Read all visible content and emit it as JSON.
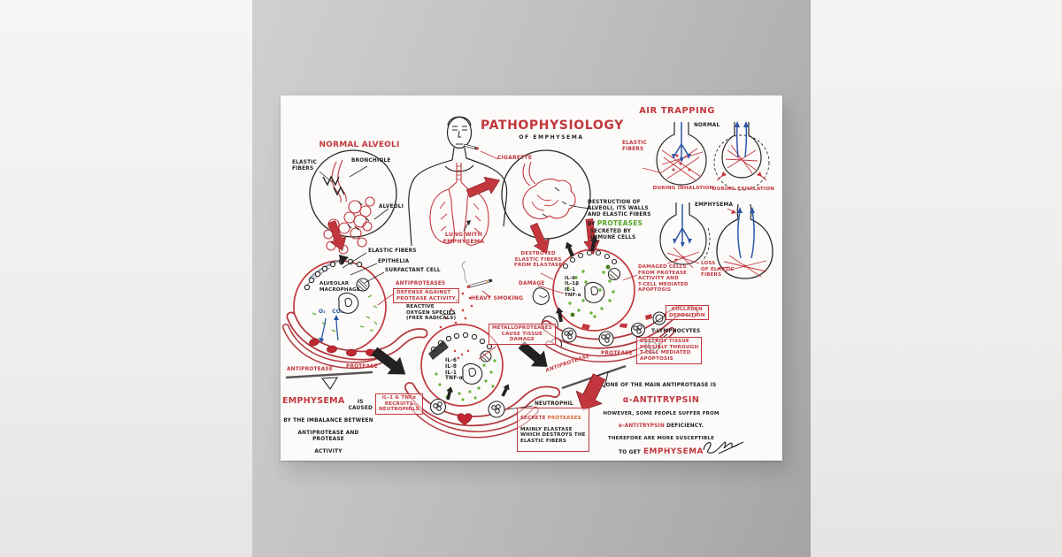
{
  "colors": {
    "red": "#c2373e",
    "green": "#57a427",
    "blue": "#2d56a8",
    "ink": "#211e1e",
    "orange": "#d8622e",
    "paper": "#fcfbf9",
    "wall": "#b6b4b3"
  },
  "poster": {
    "header": {
      "title": "PATHOPHYSIOLOGY",
      "subtitle": "OF EMPHYSEMA"
    },
    "normal_alveoli": {
      "heading": "NORMAL ALVEOLI",
      "elastic_fibers": "ELASTIC\nFIBERS",
      "bronchiole": "BRONCHIOLE",
      "alveoli": "ALVEOLI"
    },
    "figure": {
      "cigarette": "CIGARETTE",
      "lung_with_emphysema": "LUNG WITH\nEMPHYSEMA"
    },
    "destruction": {
      "lines_a": "DESTRUCTION OF\nALVEOLI, ITS WALLS\nAND ELASTIC FIBERS",
      "by": "BY",
      "proteases": "PROTEASES",
      "lines_b": "SECRETED BY\nIMMUNE CELLS"
    },
    "air_trapping": {
      "heading": "AIR TRAPPING",
      "normal": "NORMAL",
      "elastic_fibers": "ELASTIC\nFIBERS",
      "during_inhalation": "DURING INHALATION",
      "during_exhalation": "DURING EXHALATION",
      "emphysema": "EMPHYSEMA",
      "loss_of_fibers": "LOSS\nOF ELASTIC\nFIBERS"
    },
    "healthy_alveolus": {
      "elastic_fibers": "ELASTIC FIBERS",
      "epithelia": "EPITHELIA",
      "surfactant_cell": "SURFACTANT CELL",
      "alveolar_macrophage": "ALVEOLAR\nMACROPHAGE",
      "o2": "O₂",
      "co2": "CO₂",
      "antiproteases": "ANTIPROTEASES",
      "defense_box": "DEFENSE AGAINST\nPROTEASE ACTIVITY",
      "ros": "REACTIVE\nOXYGEN SPECIES\n(FREE RADICALS)",
      "heavy_smoking": "HEAVY SMOKING"
    },
    "inflamed_alveolus": {
      "metalloproteases_box": "METALLOPROTEASES\nCAUSE TISSUE\nDAMAGE",
      "interleukins": "IL-6\nIL-8\nIL-1\nTNF-α",
      "recruit_box": "IL-1 & TNFα\nRECRUITS\nNEUTROPHILS",
      "neutrophil": "NEUTROPHIL",
      "secrete": "SECRETE",
      "secrete_proteases": "PROTEASES",
      "secrete_rest": "MAINLY ELASTASE\nWHICH DESTROYS THE\nELASTIC FIBERS"
    },
    "damaged_alveolus": {
      "destroyed": "DESTROYED\nELASTIC FIBERS\nFROM ELASTASE",
      "damage": "DAMAGE",
      "interleukins": "IL-6\nIL-1β\nIL-1\nTNF-α",
      "damaged_cells": "DAMAGED CELLS\nFROM PROTEASE\nACTIVITY AND\nT-CELL MEDIATED\nAPOPTOSIS",
      "collagen_box": "COLLAGEN\nDEPOSITION",
      "t_lymphocytes": "T-LYMPHOCYTES",
      "destroy_box": "DESTROY TISSUE\nPOSSIBLY THROUGH\nT-CELL MEDIATED\nAPOPTOSIS"
    },
    "balance": {
      "antiprotease": "ANTIPROTEASE",
      "protease": "PROTEASE",
      "emphysema": "EMPHYSEMA",
      "is_caused": "IS CAUSED",
      "line2": "BY THE IMBALANCE BETWEEN",
      "line3": "ANTIPROTEASE AND PROTEASE",
      "line4": "ACTIVITY"
    },
    "imbalance": {
      "protease": "PROTEASE",
      "antiprotease": "ANTIPROTEASE"
    },
    "aat": {
      "line1": "ONE OF THE MAIN ANTIPROTEASE IS",
      "aat_big": "α-ANTITRYPSIN",
      "line2": "HOWEVER, SOME PEOPLE SUFFER FROM",
      "aat_inline": "α-ANTITRYPSIN",
      "deficiency": "DEFICIENCY.",
      "line3": "THEREFORE ARE MORE SUSCEPTIBLE",
      "to_get": "TO GET",
      "emphysema": "EMPHYSEMA"
    }
  }
}
